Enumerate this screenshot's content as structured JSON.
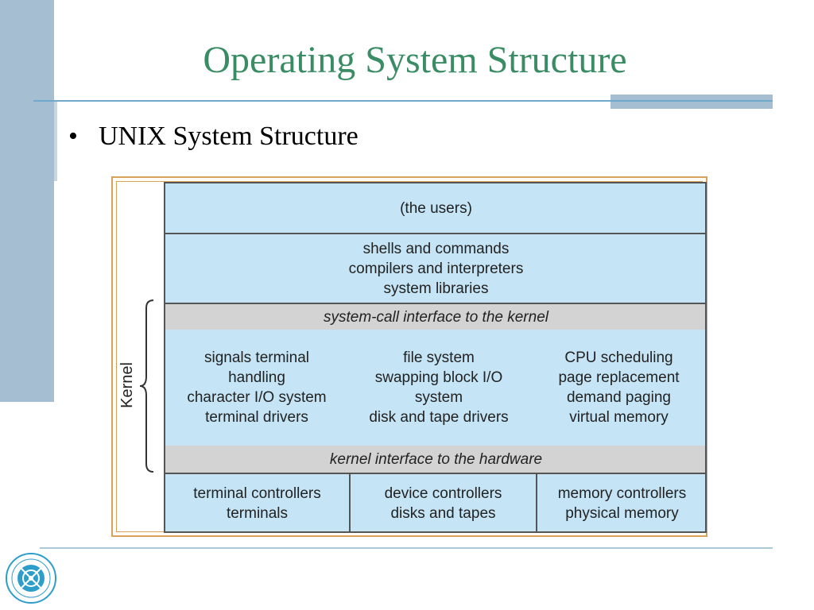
{
  "slide": {
    "title": "Operating System Structure",
    "bullet": "UNIX System Structure",
    "bullet_marker": "•"
  },
  "diagram": {
    "kernel_label": "Kernel",
    "layers": {
      "users": "(the users)",
      "shells": [
        "shells and commands",
        "compilers and interpreters",
        "system libraries"
      ],
      "syscall": "system-call interface to the kernel",
      "kernel_columns": [
        [
          "signals terminal",
          "handling",
          "character I/O system",
          "terminal drivers"
        ],
        [
          "file system",
          "swapping block I/O",
          "system",
          "disk and tape drivers"
        ],
        [
          "CPU scheduling",
          "page replacement",
          "demand paging",
          "virtual memory"
        ]
      ],
      "hw_interface": "kernel interface to the hardware",
      "hardware_columns": [
        [
          "terminal controllers",
          "terminals"
        ],
        [
          "device controllers",
          "disks and tapes"
        ],
        [
          "memory controllers",
          "physical memory"
        ]
      ]
    },
    "colors": {
      "layer_blue": "#c5e4f5",
      "layer_gray": "#d3d3d3",
      "frame": "#d9a25a"
    }
  },
  "logo": {
    "icon": "university-seal-icon"
  }
}
